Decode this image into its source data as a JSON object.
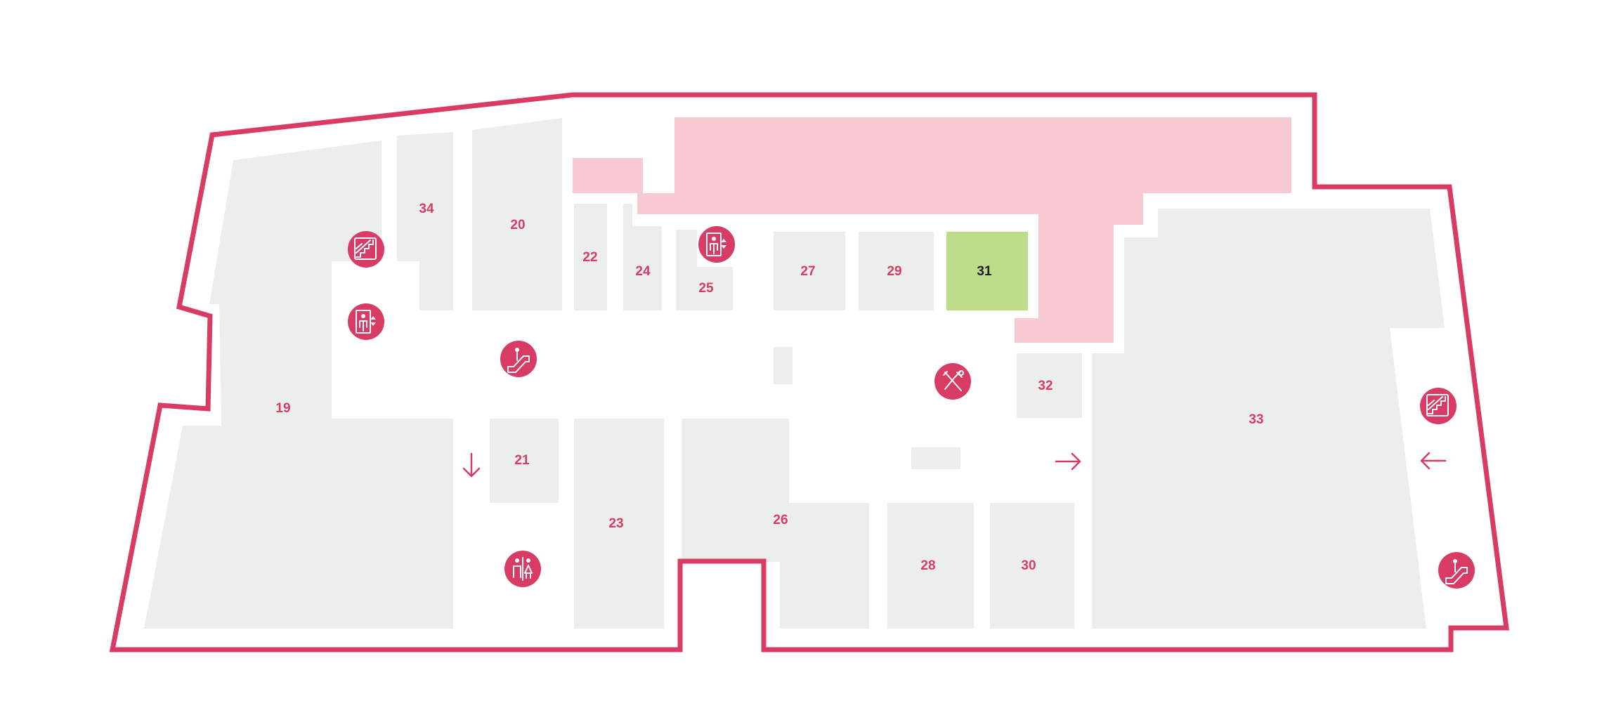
{
  "map": {
    "highlighted_store": "31",
    "colors": {
      "outline": "#d83b63",
      "store": "#eceeed",
      "highlight": "#bedd8a",
      "common_area": "#f7c9d2",
      "label": "#d83b63",
      "highlight_label": "#1c1c1c"
    },
    "stores": {
      "s19": "19",
      "s20": "20",
      "s21": "21",
      "s22": "22",
      "s23": "23",
      "s24": "24",
      "s25": "25",
      "s26": "26",
      "s27": "27",
      "s28": "28",
      "s29": "29",
      "s30": "30",
      "s31": "31",
      "s32": "32",
      "s33": "33",
      "s34": "34"
    },
    "pois": [
      "stairs-icon",
      "elevator-icon",
      "escalator-icon",
      "elevator-icon",
      "service-tools-icon",
      "toilets-icon",
      "stairs-icon",
      "escalator-icon"
    ],
    "arrows": [
      "arrow-down-icon",
      "arrow-right-icon",
      "arrow-left-icon"
    ]
  }
}
